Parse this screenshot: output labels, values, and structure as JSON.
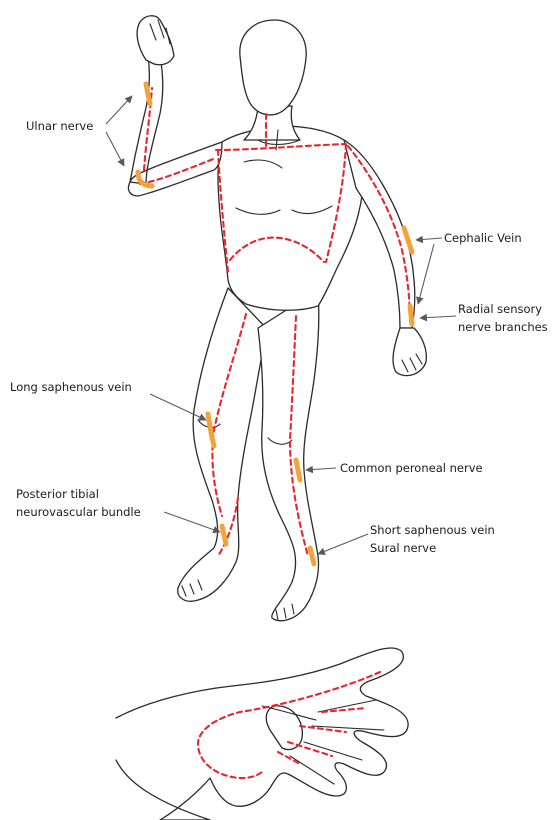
{
  "colors": {
    "incision": "#e8262e",
    "structure": "#f2a33a",
    "outline": "#2a2a2a",
    "text": "#1c1c1c"
  },
  "labels": {
    "ulnar_nerve": "Ulnar nerve",
    "cephalic_vein": "Cephalic Vein",
    "radial_sensory_1": "Radial sensory",
    "radial_sensory_2": "nerve branches",
    "long_saphenous": "Long saphenous vein",
    "common_peroneal": "Common peroneal nerve",
    "posterior_tibial_1": "Posterior tibial",
    "posterior_tibial_2": "neurovascular bundle",
    "short_saphenous_1": "Short saphenous vein",
    "short_saphenous_2": "Sural nerve"
  }
}
